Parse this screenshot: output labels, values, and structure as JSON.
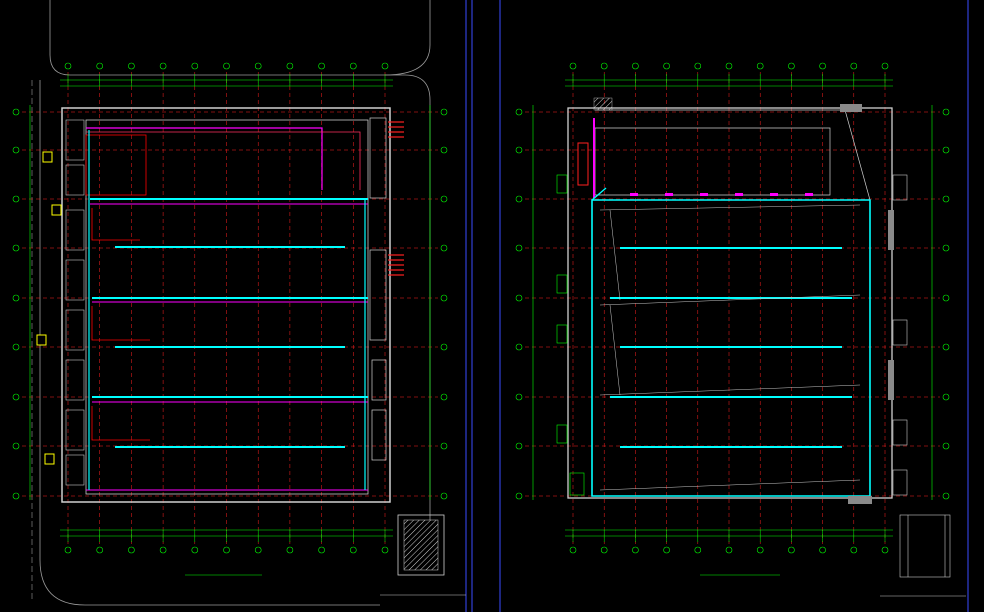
{
  "colors": {
    "background": "#000000",
    "grid": "#ff2020",
    "dim": "#00ff00",
    "wall": "#ffffff",
    "cyan": "#00ffff",
    "magenta": "#ff00ff",
    "red": "#ff0000",
    "yellow": "#ffff00",
    "blue": "#3a4cff",
    "gray": "#9a9a9a"
  },
  "sheets": [
    {
      "id": "left",
      "yellow_markers": [
        "E",
        "E",
        "E",
        "E"
      ]
    },
    {
      "id": "right"
    }
  ]
}
